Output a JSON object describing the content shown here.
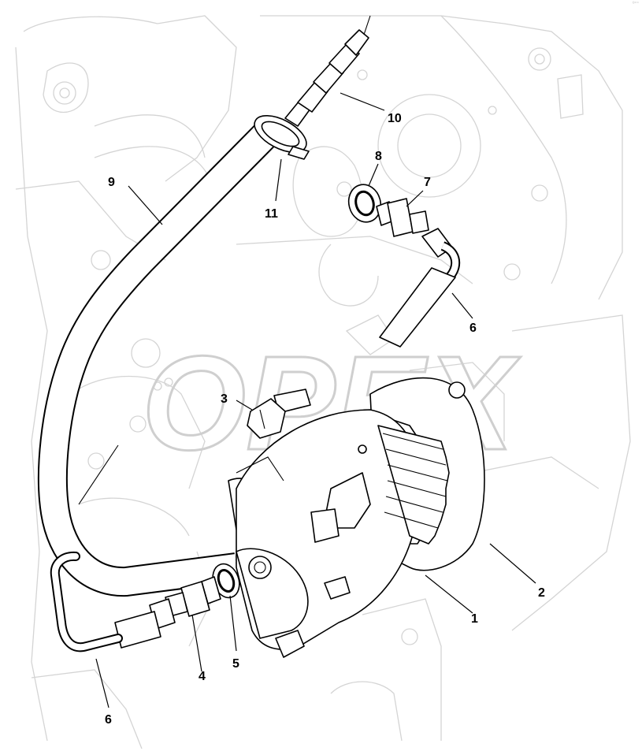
{
  "corner_mark": "º°°",
  "watermark": "OPEX",
  "callouts": {
    "c1": "1",
    "c2": "2",
    "c3": "3",
    "c4": "4",
    "c5": "5",
    "c6a": "6",
    "c6b": "6",
    "c7": "7",
    "c8": "8",
    "c9": "9",
    "c10": "10",
    "c11": "11"
  }
}
